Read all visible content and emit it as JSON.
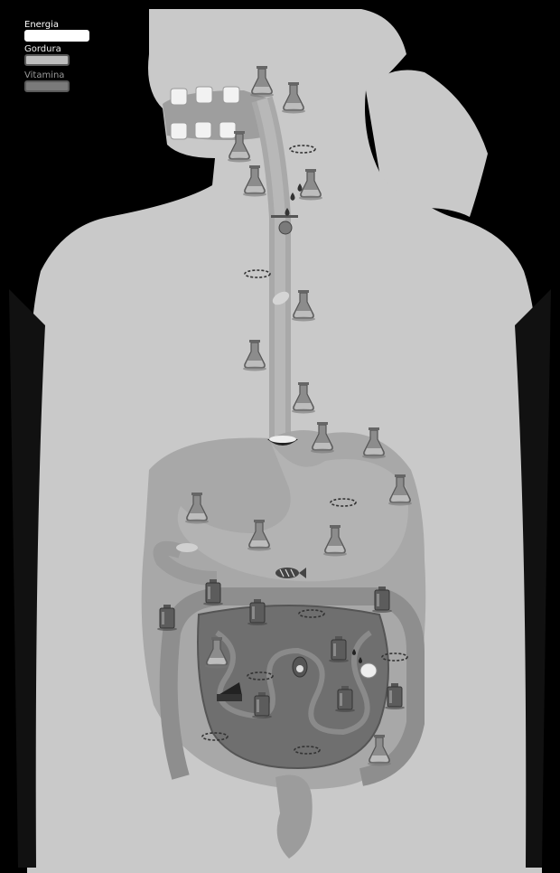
{
  "hud": {
    "energy": {
      "label": "Energia",
      "color": "#ffffff"
    },
    "fat": {
      "label": "Gordura",
      "color": "#bdbdbd"
    },
    "vitamin": {
      "label": "Vitamina",
      "color": "#7a7a7a"
    }
  },
  "scene": {
    "silhouette_color": "#c8c8c8",
    "tract_color": "#a8a8a8",
    "intestine_color": "#6e6e6e",
    "icons": [
      "flask-icon",
      "weight-jar-icon",
      "food-icon",
      "target-ring-icon",
      "tooth-icon"
    ]
  }
}
